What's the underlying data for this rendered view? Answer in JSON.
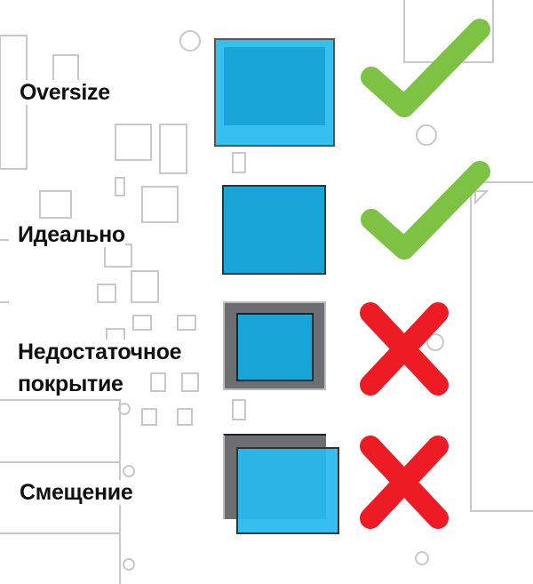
{
  "rows": [
    {
      "label": "Oversize",
      "result": "correct",
      "icon": "check-icon"
    },
    {
      "label": "Идеально",
      "result": "correct",
      "icon": "check-icon"
    },
    {
      "label_line1": "Недостаточное",
      "label_line2": "покрытие",
      "result": "incorrect",
      "icon": "cross-icon"
    },
    {
      "label": "Смещение",
      "result": "incorrect",
      "icon": "cross-icon"
    }
  ],
  "colors": {
    "stencil_blue": "#1aa5d9",
    "stencil_light": "#35c0f0",
    "pad_gray": "#6d6e71",
    "check_green": "#7dc242",
    "cross_red": "#ed1c24",
    "pcb_line": "#c8c8c8"
  }
}
